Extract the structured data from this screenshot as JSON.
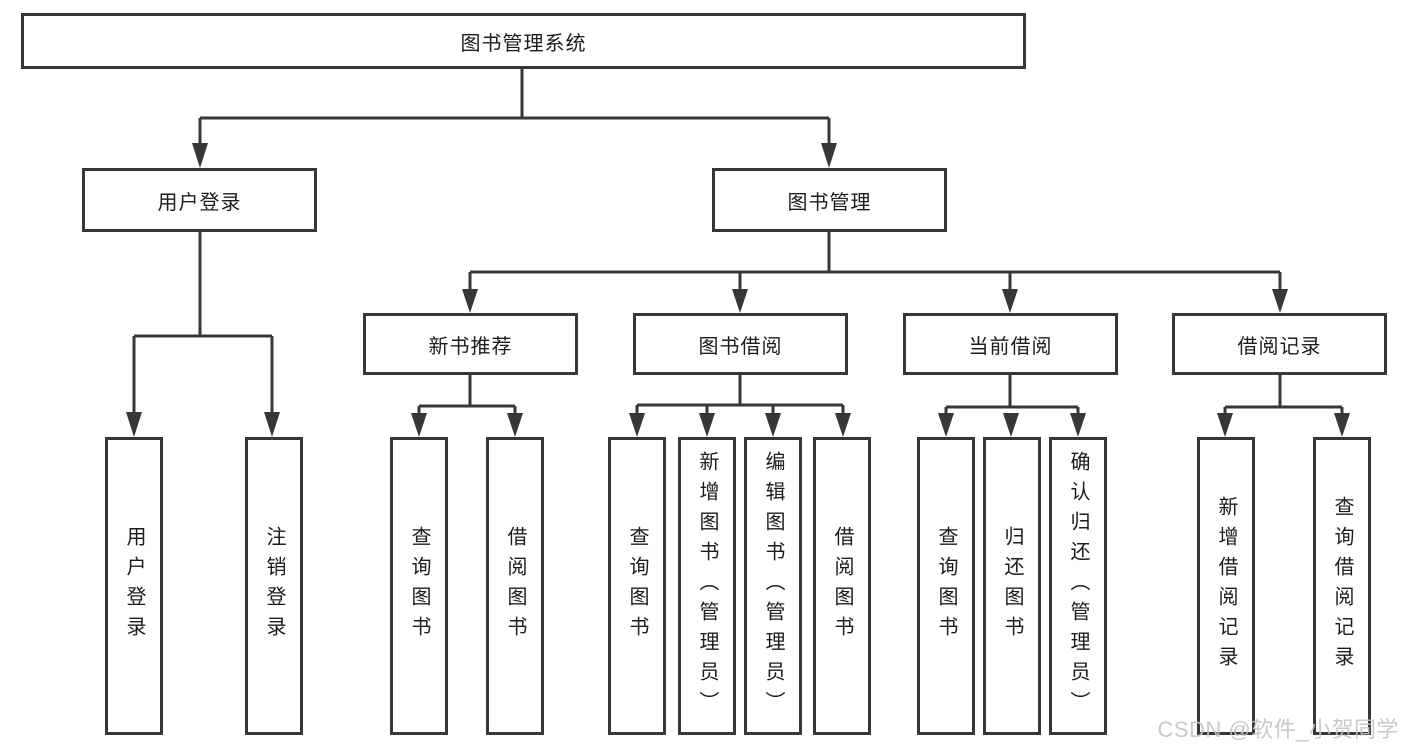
{
  "diagram": {
    "root": {
      "label": "图书管理系统"
    },
    "level2": [
      {
        "label": "用户登录"
      },
      {
        "label": "图书管理"
      }
    ],
    "level3": [
      {
        "label": "新书推荐"
      },
      {
        "label": "图书借阅"
      },
      {
        "label": "当前借阅"
      },
      {
        "label": "借阅记录"
      }
    ],
    "leaves": {
      "user_login": [
        "用户登录",
        "注销登录"
      ],
      "new_book": [
        "查询图书",
        "借阅图书"
      ],
      "book_borrow": [
        "查询图书",
        "新增图书（管理员）",
        "编辑图书（管理员）",
        "借阅图书"
      ],
      "current_borrow": [
        "查询图书",
        "归还图书",
        "确认归还（管理员）"
      ],
      "borrow_record": [
        "新增借阅记录",
        "查询借阅记录"
      ]
    }
  },
  "watermark": {
    "text": "CSDN @软件_小贺同学"
  },
  "colors": {
    "line": "#373737",
    "text": "#1c1c1c",
    "watermark": "#c6c3c3",
    "background": "#ffffff"
  }
}
